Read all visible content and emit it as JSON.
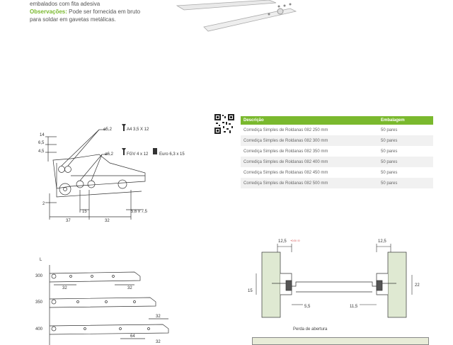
{
  "top": {
    "line1": "embalados com fita adesiva",
    "obs_label": "Observações:",
    "obs_text": " Pode ser fornecida em bruto",
    "line3": "para soldar em gavetas metálicas."
  },
  "table": {
    "headers": [
      "Descrição",
      "Embalagem"
    ],
    "rows": [
      [
        "Corrediça Simples de Roldanas 082 250 mm",
        "50 pares"
      ],
      [
        "Corrediça Simples de Roldanas 082 300 mm",
        "50 pares"
      ],
      [
        "Corrediça Simples de Roldanas 082 350 mm",
        "50 pares"
      ],
      [
        "Corrediça Simples de Roldanas 082 400 mm",
        "50 pares"
      ],
      [
        "Corrediça Simples de Roldanas 082 450 mm",
        "50 pares"
      ],
      [
        "Corrediça Simples de Roldanas 082 500 mm",
        "50 pares"
      ]
    ]
  },
  "side_drawing": {
    "dims": {
      "d14": "14",
      "d65": "6,5",
      "d45": "4,5",
      "d2": "2",
      "d15": "15",
      "d37": "37",
      "d32": "32",
      "d56": "5,6 x 7,5"
    },
    "screw1_diam": "ø5,2",
    "screw1_spec": "A4 3,5 X 12",
    "screw2_diam": "ø6,2",
    "screw2_spec": "FGV 4 x 12",
    "screw2_alt": "Euro  6,3 x 15"
  },
  "length_drawing": {
    "l_label": "L",
    "lengths": [
      "300",
      "350",
      "400"
    ],
    "d32": "32",
    "d64": "64"
  },
  "section_drawing": {
    "d125a": "12,5",
    "tol": "+0.5 / 0",
    "d125b": "12,5",
    "d15": "15",
    "d22": "22",
    "d55": "5,5",
    "d115": "11,5"
  },
  "caption": "Perda de abertura",
  "colors": {
    "accent": "#7ab92e"
  },
  "icons": [
    "screw-icon",
    "qr-code-icon"
  ]
}
